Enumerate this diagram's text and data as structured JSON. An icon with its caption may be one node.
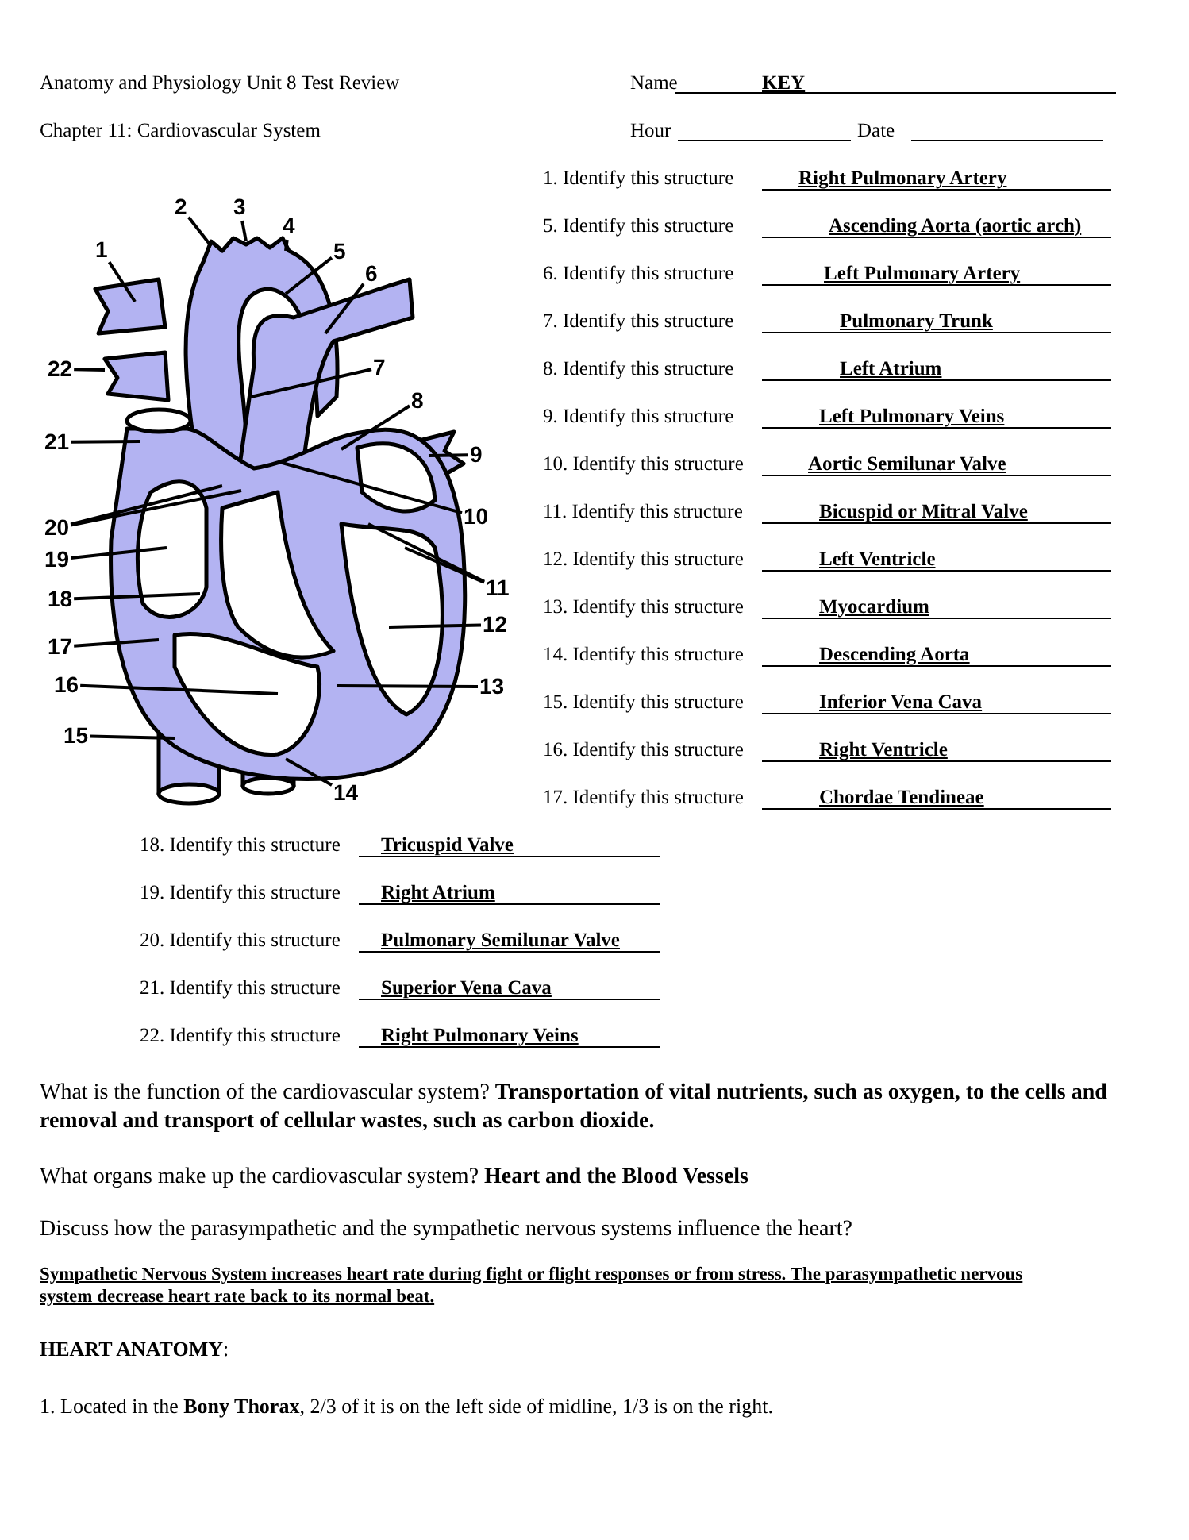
{
  "diagram": {
    "nodes": [
      {
        "text": [
          "1"
        ]
      },
      {
        "text": [
          "2"
        ]
      },
      {
        "text": [
          "3"
        ]
      },
      {
        "text": [
          "4"
        ]
      },
      {
        "text": [
          "5"
        ]
      },
      {
        "text": [
          "6"
        ]
      },
      {
        "text": [
          "7"
        ]
      },
      {
        "text": [
          "8"
        ]
      },
      {
        "text": [
          "9"
        ]
      },
      {
        "text": [
          "10"
        ]
      },
      {
        "text": [
          "11"
        ]
      },
      {
        "text": [
          "12"
        ]
      },
      {
        "text": [
          "13"
        ]
      },
      {
        "text": [
          "14"
        ]
      },
      {
        "text": [
          "15"
        ]
      },
      {
        "text": [
          "16"
        ]
      },
      {
        "text": [
          "17"
        ]
      },
      {
        "text": [
          "18"
        ]
      },
      {
        "text": [
          "19"
        ]
      },
      {
        "text": [
          "20"
        ]
      },
      {
        "text": [
          "21"
        ]
      },
      {
        "text": [
          "22"
        ]
      }
    ],
    "edges": [
      {
        "from": 0,
        "to": null,
        "arrow": "none"
      },
      {
        "from": 1,
        "to": null,
        "arrow": "none"
      },
      {
        "from": 2,
        "to": null,
        "arrow": "none"
      },
      {
        "from": 3,
        "to": null,
        "arrow": "none"
      },
      {
        "from": 4,
        "to": null,
        "arrow": "none"
      },
      {
        "from": 5,
        "to": null,
        "arrow": "none"
      },
      {
        "from": 6,
        "to": null,
        "arrow": "none"
      },
      {
        "from": 7,
        "to": null,
        "arrow": "none"
      },
      {
        "from": 8,
        "to": null,
        "arrow": "none"
      },
      {
        "from": 9,
        "to": null,
        "arrow": "none"
      },
      {
        "from": 10,
        "to": null,
        "arrow": "none"
      },
      {
        "from": 10,
        "to": null,
        "arrow": "none"
      },
      {
        "from": 11,
        "to": null,
        "arrow": "none"
      },
      {
        "from": 12,
        "to": null,
        "arrow": "none"
      },
      {
        "from": 13,
        "to": null,
        "arrow": "none"
      },
      {
        "from": 14,
        "to": null,
        "arrow": "none"
      },
      {
        "from": 15,
        "to": null,
        "arrow": "none"
      },
      {
        "from": 16,
        "to": null,
        "arrow": "none"
      },
      {
        "from": 17,
        "to": null,
        "arrow": "none"
      },
      {
        "from": 18,
        "to": null,
        "arrow": "none"
      },
      {
        "from": 19,
        "to": null,
        "arrow": "none"
      },
      {
        "from": 19,
        "to": null,
        "arrow": "none"
      },
      {
        "from": 20,
        "to": null,
        "arrow": "none"
      },
      {
        "from": 21,
        "to": null,
        "arrow": "none"
      }
    ],
    "labels": [
      "Anatomy and Physiology Unit 8 Test Review",
      "Name",
      "KEY",
      "Chapter 11: Cardiovascular System",
      "Hour",
      "Date",
      "1. Identify this structure",
      "Right Pulmonary Artery",
      "5. Identify this structure",
      "Ascending Aorta (aortic arch)",
      "6. Identify this structure",
      "Left Pulmonary Artery",
      "7. Identify this structure",
      "Pulmonary Trunk",
      "8. Identify this structure",
      "Left Atrium",
      "9. Identify this structure",
      "Left Pulmonary Veins",
      "10. Identify this structure",
      "Aortic Semilunar Valve",
      "11. Identify this structure",
      "Bicuspid or Mitral Valve",
      "12. Identify this structure",
      "Left Ventricle",
      "13. Identify this structure",
      "Myocardium",
      "14. Identify this structure",
      "Descending Aorta",
      "15. Identify this structure",
      "Inferior Vena Cava",
      "16. Identify this structure",
      "Right Ventricle",
      "17. Identify this structure",
      "Chordae Tendineae",
      "18. Identify this structure",
      "Tricuspid Valve",
      "19. Identify this structure",
      "Right Atrium",
      "20. Identify this structure",
      "Pulmonary Semilunar Valve",
      "21. Identify this structure",
      "Superior Vena Cava",
      "22. Identify this structure",
      "Right Pulmonary Veins",
      "What is the function of the cardiovascular system? **Transportation of vital nutrients, such as oxygen, to the cells and removal and transport of cellular wastes, such as carbon dioxide.**",
      "What organs make up the cardiovascular system?  **Heart and the Blood Vessels**",
      "Discuss how the parasympathetic and the sympathetic nervous systems influence the heart?",
      "Sympathetic Nervous System increases heart rate during fight or flight responses or from stress. The parasympathetic nervous system decrease heart rate back to its normal beat.",
      "**HEART ANATOMY**:",
      "1. Located in the **Bony Thorax**, 2/3 of it is on the left side of midline, 1/3 is on the right."
    ]
  }
}
